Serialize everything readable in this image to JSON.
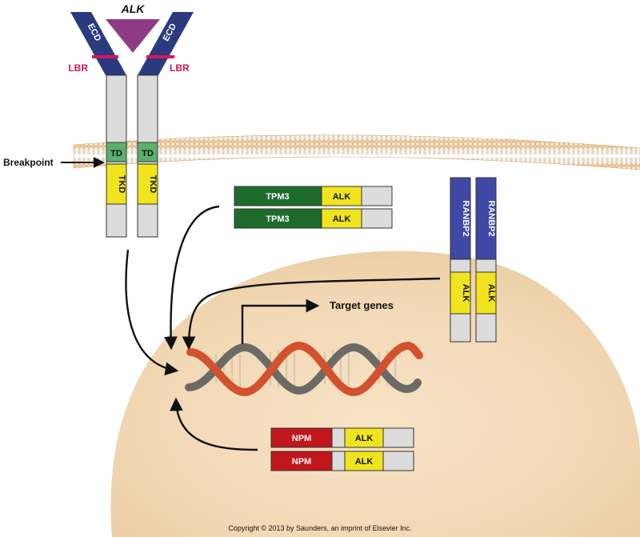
{
  "title": "ALK",
  "receptor": {
    "ecd_label": "ECD",
    "lbr_label": "LBR",
    "td_label": "TD",
    "tkd_label": "TKD"
  },
  "breakpoint_label": "Breakpoint",
  "fusions": {
    "tpm3": {
      "partner": "TPM3",
      "kinase": "ALK"
    },
    "ranbp2": {
      "partner": "RANBP2",
      "kinase": "ALK"
    },
    "npm": {
      "partner": "NPM",
      "kinase": "ALK"
    }
  },
  "target_genes_label": "Target genes",
  "copyright": "Copyright © 2013 by Saunders, an imprint of Elsevier Inc.",
  "colors": {
    "ecd": "#2b3a7e",
    "ligand": "#8e3b86",
    "lbr": "#d6155c",
    "td": "#5cb06a",
    "tkd": "#f0e41e",
    "chain_body": "#d9d9d9",
    "tpm3": "#1e6b2c",
    "ranbp2": "#3f48a4",
    "npm": "#c1171c",
    "nucleus": "#f3dcbc",
    "membrane": "#f0c896",
    "dna_red": "#d2512f",
    "dna_gray": "#6c6a64"
  },
  "icons": [
    "ligand-triangle",
    "cell-membrane",
    "dna-helix",
    "arrows"
  ]
}
